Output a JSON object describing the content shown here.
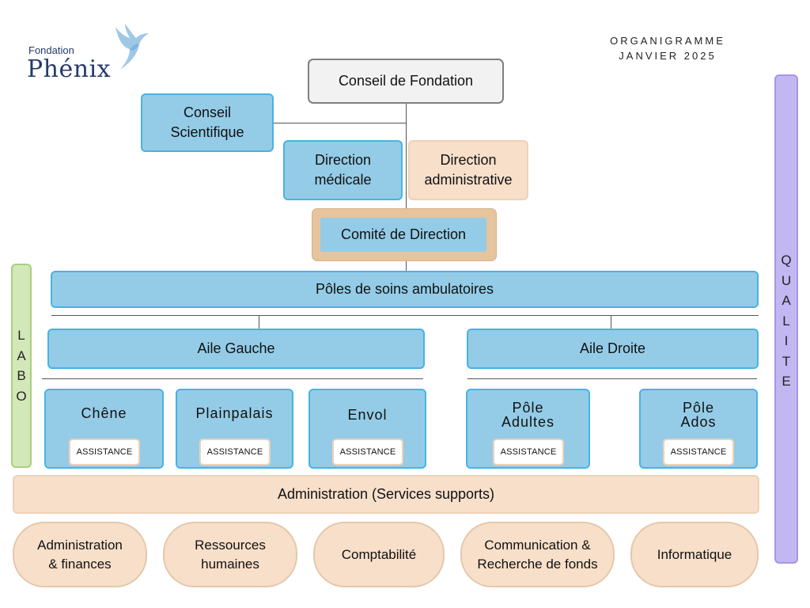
{
  "logo": {
    "small_text": "Fondation",
    "name": "Phénix",
    "icon": "phoenix-bird-icon"
  },
  "header": {
    "title_line1": "ORGANIGRAMME",
    "title_line2": "JANVIER 2025"
  },
  "colors": {
    "blue": "#94cce7",
    "blue_border": "#48b3e0",
    "beige": "#f7dfca",
    "labo": "#d3e8b8",
    "qualite": "#c3b7f1",
    "comite_frame": "#e6c49e"
  },
  "governance": {
    "conseil_fondation": "Conseil de Fondation",
    "conseil_scientifique_line1": "Conseil",
    "conseil_scientifique_line2": "Scientifique",
    "direction_medicale_line1": "Direction",
    "direction_medicale_line2": "médicale",
    "direction_admin_line1": "Direction",
    "direction_admin_line2": "administrative",
    "comite": "Comité de Direction"
  },
  "poles": {
    "title": "Pôles de soins ambulatoires",
    "aile_gauche": "Aile Gauche",
    "aile_droite": "Aile Droite"
  },
  "units": [
    {
      "line1": "Chêne",
      "line2": "",
      "assistance": "ASSISTANCE"
    },
    {
      "line1": "Plainpalais",
      "line2": "",
      "assistance": "ASSISTANCE"
    },
    {
      "line1": "Envol",
      "line2": "",
      "assistance": "ASSISTANCE"
    },
    {
      "line1": "Pôle",
      "line2": "Adultes",
      "assistance": "ASSISTANCE"
    },
    {
      "line1": "Pôle",
      "line2": "Ados",
      "assistance": "ASSISTANCE"
    }
  ],
  "sidebars": {
    "labo": [
      "L",
      "A",
      "B",
      "O"
    ],
    "qualite": [
      "Q",
      "U",
      "A",
      "L",
      "I",
      "T",
      "E"
    ]
  },
  "administration": {
    "title": "Administration (Services supports)",
    "services": [
      {
        "line1": "Administration",
        "line2": "& finances"
      },
      {
        "line1": "Ressources",
        "line2": "humaines"
      },
      {
        "line1": "Comptabilité",
        "line2": ""
      },
      {
        "line1": "Communication &",
        "line2": "Recherche de fonds"
      },
      {
        "line1": "Informatique",
        "line2": ""
      }
    ]
  }
}
